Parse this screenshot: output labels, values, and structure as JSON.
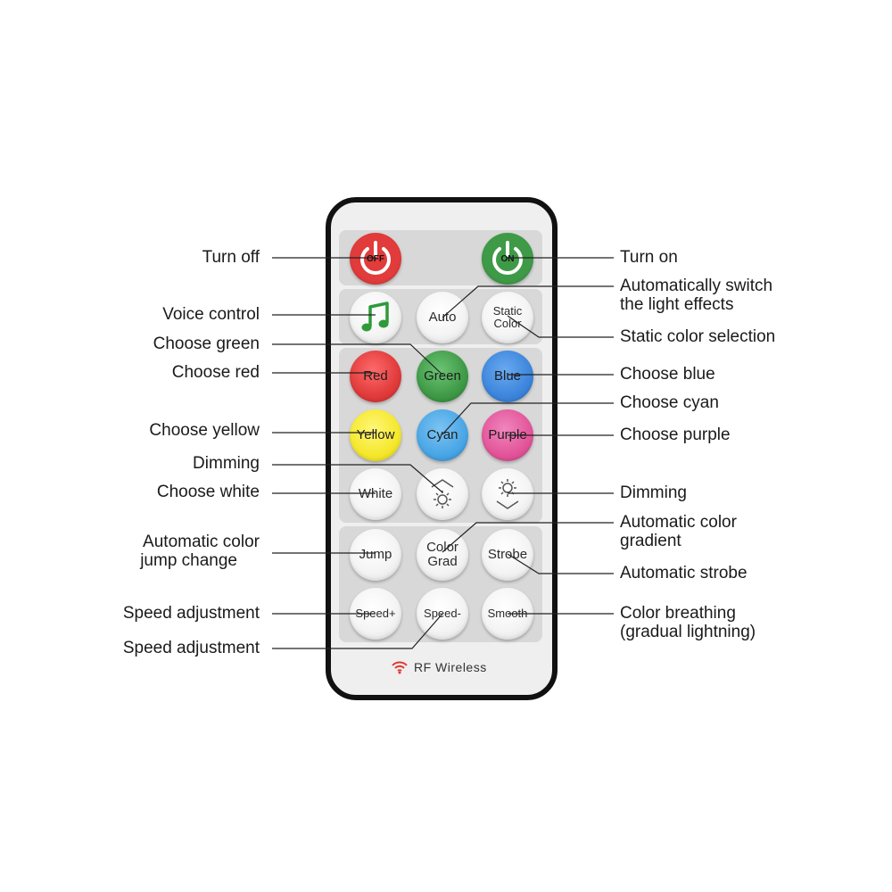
{
  "buttons": {
    "off": "OFF",
    "on": "ON",
    "auto": "Auto",
    "static_color": "Static Color",
    "red": "Red",
    "green": "Green",
    "blue": "Blue",
    "yellow": "Yellow",
    "cyan": "Cyan",
    "purple": "Purple",
    "white": "White",
    "jump": "Jump",
    "color_grad": "Color Grad",
    "strobe": "Strobe",
    "speed_plus": "Speed+",
    "speed_minus": "Speed-",
    "smooth": "Smooth"
  },
  "icons": {
    "music": "music-note-icon",
    "dim_up": "brightness-up-icon",
    "dim_down": "brightness-down-icon",
    "wireless": "wifi-icon",
    "power": "power-icon"
  },
  "colors": {
    "red": "#e13b3b",
    "green": "#3f9a47",
    "blue": "#3d86dc",
    "yellow": "#f5e82c",
    "cyan": "#4aa6e6",
    "purple": "#e3559a",
    "music": "#2f9a3a",
    "wireless": "#e03a2f"
  },
  "branding": "RF Wireless",
  "labels": {
    "turn_off": "Turn off",
    "voice_control": "Voice control",
    "choose_green": "Choose green",
    "choose_red": "Choose red",
    "choose_yellow": "Choose yellow",
    "dimming_left": "Dimming",
    "choose_white": "Choose white",
    "auto_jump_1": "Automatic color",
    "auto_jump_2": "jump change",
    "speed_adj_1": "Speed adjustment",
    "speed_adj_2": "Speed adjustment",
    "turn_on": "Turn on",
    "auto_switch_1": "Automatically switch",
    "auto_switch_2": "the light effects",
    "static_sel": "Static color selection",
    "choose_blue": "Choose blue",
    "choose_cyan": "Choose cyan",
    "choose_purple": "Choose purple",
    "dimming_right": "Dimming",
    "auto_grad_1": "Automatic color",
    "auto_grad_2": "gradient",
    "auto_strobe": "Automatic strobe",
    "breathing_1": "Color breathing",
    "breathing_2": "(gradual lightning)"
  }
}
